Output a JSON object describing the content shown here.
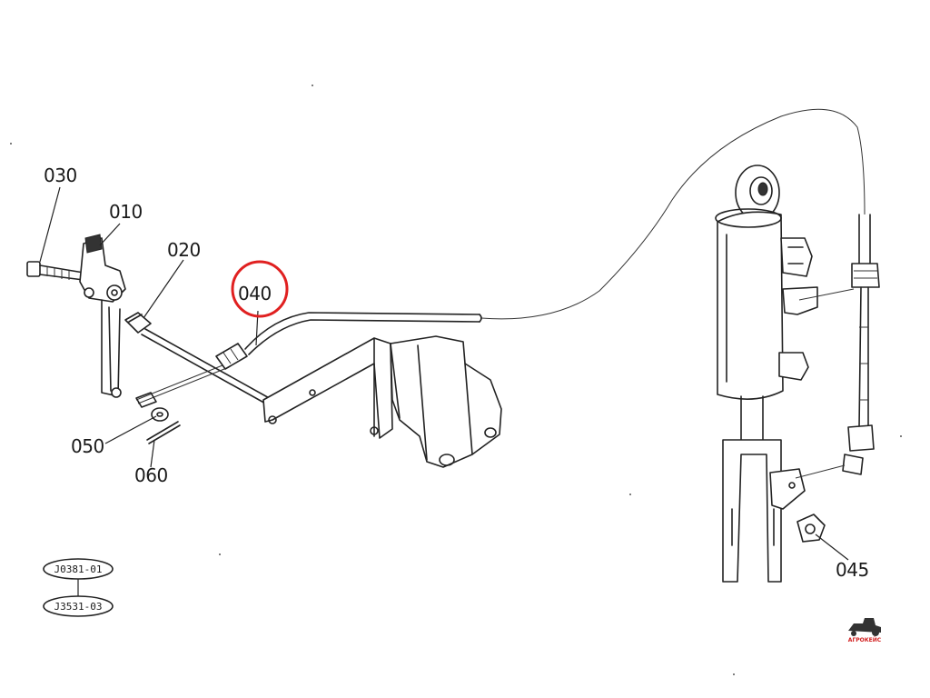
{
  "callouts": {
    "c030": "030",
    "c010": "010",
    "c020": "020",
    "c040": "040",
    "c050": "050",
    "c060": "060",
    "c045": "045"
  },
  "references": [
    "J0381-01",
    "J3531-03"
  ],
  "highlight": {
    "target": "040",
    "color": "#e02020"
  },
  "logo": {
    "text": "АГРОКЕЙС",
    "color": "#d22020"
  },
  "colors": {
    "line": "#222222",
    "background": "#ffffff"
  }
}
